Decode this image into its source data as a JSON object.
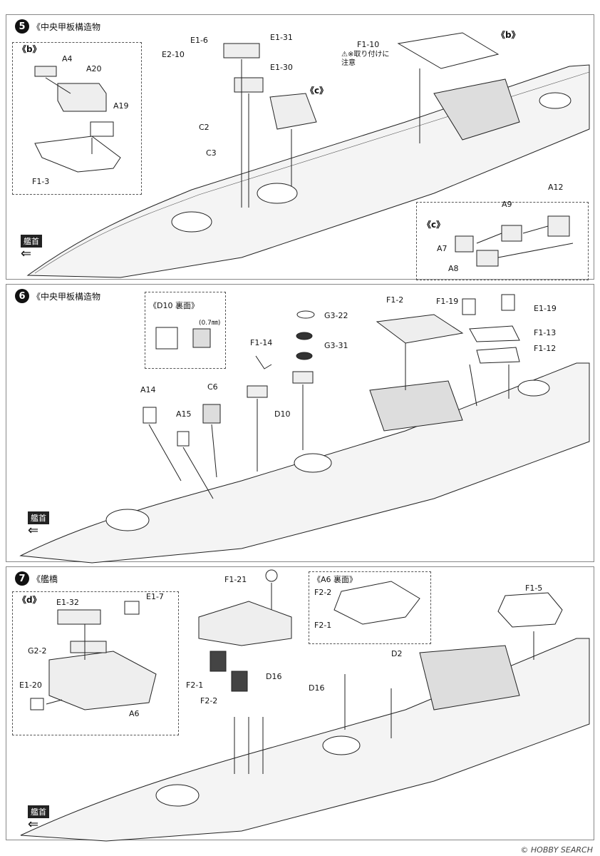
{
  "steps": [
    {
      "number": "5",
      "title": "《中央甲板構造物"
    },
    {
      "number": "6",
      "title": "《中央甲板構造物"
    },
    {
      "number": "7",
      "title": "《艦橋"
    }
  ],
  "bow_label": "艦首",
  "step5": {
    "sub_b": "《b》",
    "sub_b2": "《b》",
    "sub_c": "《c》",
    "sub_c2": "《c》",
    "parts": {
      "A4": "A4",
      "A20": "A20",
      "A19": "A19",
      "F1_3": "F1-3",
      "E1_6": "E1-6",
      "E2_10": "E2-10",
      "E1_31": "E1-31",
      "E1_30": "E1-30",
      "C2": "C2",
      "C3": "C3",
      "F1_10": "F1-10",
      "A12": "A12",
      "A9": "A9",
      "A7": "A7",
      "A8": "A8"
    },
    "note_line1": "※取り付けに",
    "note_line2": "注意"
  },
  "step6": {
    "d10_box_title": "《D10 裏面》",
    "d10_dim": "(0.7㎜)",
    "parts": {
      "F1_2": "F1-2",
      "F1_19": "F1-19",
      "E1_19": "E1-19",
      "F1_13": "F1-13",
      "F1_12": "F1-12",
      "G3_22": "G3-22",
      "G3_31": "G3-31",
      "F1_14": "F1-14",
      "D10": "D10",
      "A14": "A14",
      "A15": "A15",
      "C6": "C6"
    }
  },
  "step7": {
    "sub_d": "《d》",
    "a6_box_title": "《A6 裏面》",
    "parts": {
      "E1_32": "E1-32",
      "E1_7": "E1-7",
      "G2_2": "G2-2",
      "E1_20": "E1-20",
      "A6": "A6",
      "F1_21": "F1-21",
      "F2_2": "F2-2",
      "F2_1": "F2-1",
      "F2_2b": "F2-2",
      "F2_1b": "F2-1",
      "D16": "D16",
      "D16b": "D16",
      "D2": "D2",
      "F1_5": "F1-5"
    }
  },
  "footer": {
    "brand": "HOBBY SEARCH",
    "copyright": "©"
  }
}
